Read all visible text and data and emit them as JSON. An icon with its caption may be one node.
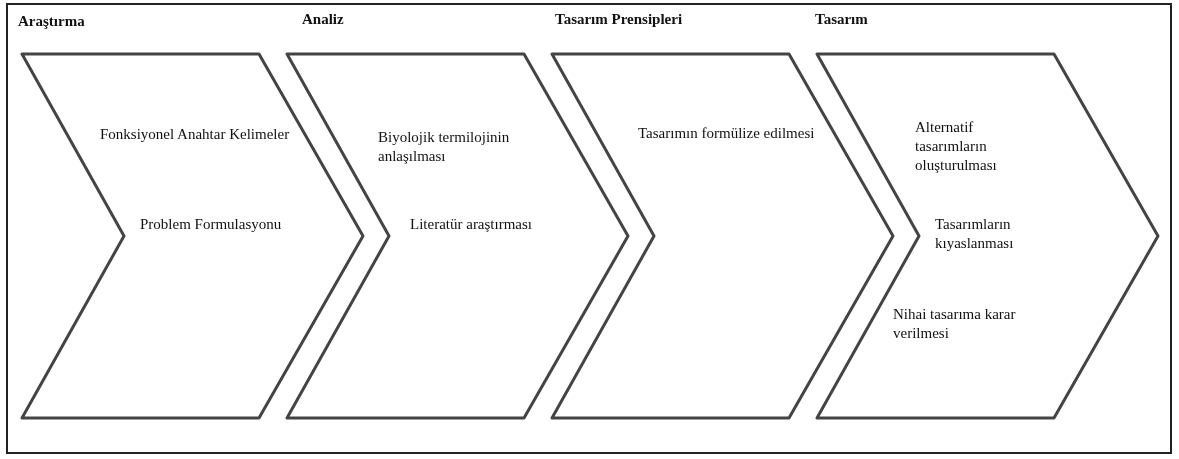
{
  "diagram": {
    "nodes": [
      {
        "text": [
          "Araştırma",
          "Fonksiyonel Anahtar Kelimeler",
          "Problem Formulasyonu"
        ]
      },
      {
        "text": [
          "Analiz",
          "Biyolojik termilojinin anlaşılması",
          "Literatür araştırması"
        ]
      },
      {
        "text": [
          "Tasarım Prensipleri",
          "Tasarımın formülize edilmesi"
        ]
      },
      {
        "text": [
          "Tasarım",
          "Alternatif tasarımların oluşturulması",
          "Tasarımların kıyaslanması",
          "Nihai tasarıma karar verilmesi"
        ]
      }
    ],
    "edges": []
  }
}
